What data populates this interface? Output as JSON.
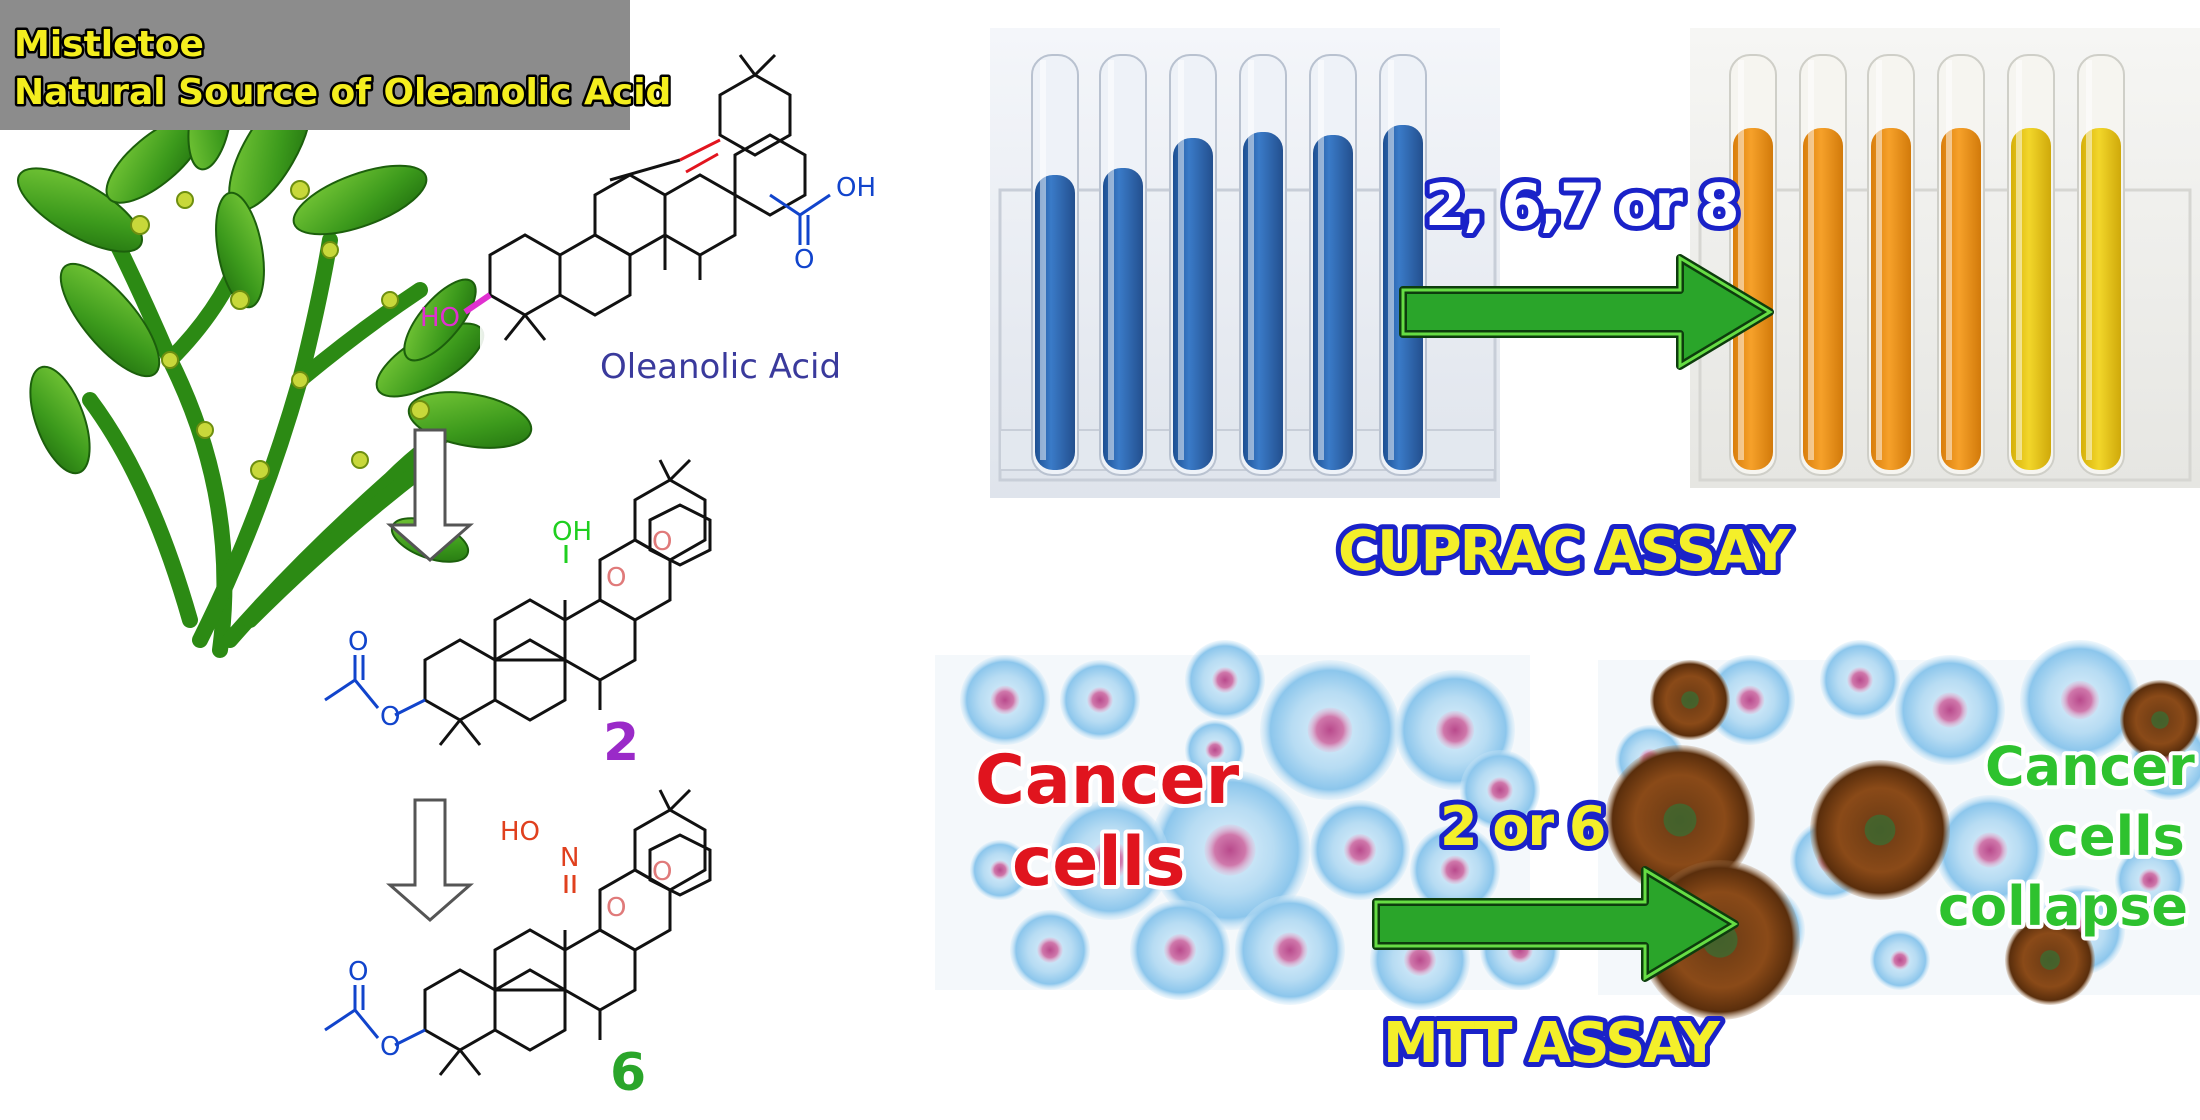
{
  "header": {
    "line1": "Mistletoe",
    "line2": "Natural Source of Oleanolic Acid"
  },
  "structures": {
    "oleanolic_acid": {
      "name": "Oleanolic Acid",
      "oh_label": "OH",
      "carboxyl_o": "O",
      "ho_label": "HO"
    },
    "compound_2": {
      "number": "2",
      "oh_label": "OH",
      "ester_o1": "O",
      "ester_o2": "O",
      "lactone_o1": "O",
      "lactone_o2": "O"
    },
    "compound_6": {
      "number": "6",
      "oxime_label": "HO",
      "oxime_n": "N",
      "ester_o1": "O",
      "ester_o2": "O",
      "lactone_o1": "O",
      "lactone_o2": "O"
    }
  },
  "cuprac": {
    "compounds_label": "2, 6,7 or 8",
    "assay_label": "CUPRAC ASSAY",
    "colors": {
      "before": "#2f6db8",
      "after_orange": "#ef9516",
      "after_yellow": "#e6c515"
    }
  },
  "mtt": {
    "left_label_line1": "Cancer",
    "left_label_line2": "cells",
    "compounds_label": "2 or 6",
    "right_label_line1": "Cancer",
    "right_label_line2": "cells",
    "right_label_line3": "collapse",
    "assay_label": "MTT ASSAY"
  },
  "colors": {
    "arrow_green": "#2aa52a",
    "assay_text": "#f4ef2a",
    "assay_outline": "#1a22c8",
    "cancer_red": "#e0141e",
    "collapse_green": "#2ec22e",
    "acid_label": "#3a3a9c"
  }
}
